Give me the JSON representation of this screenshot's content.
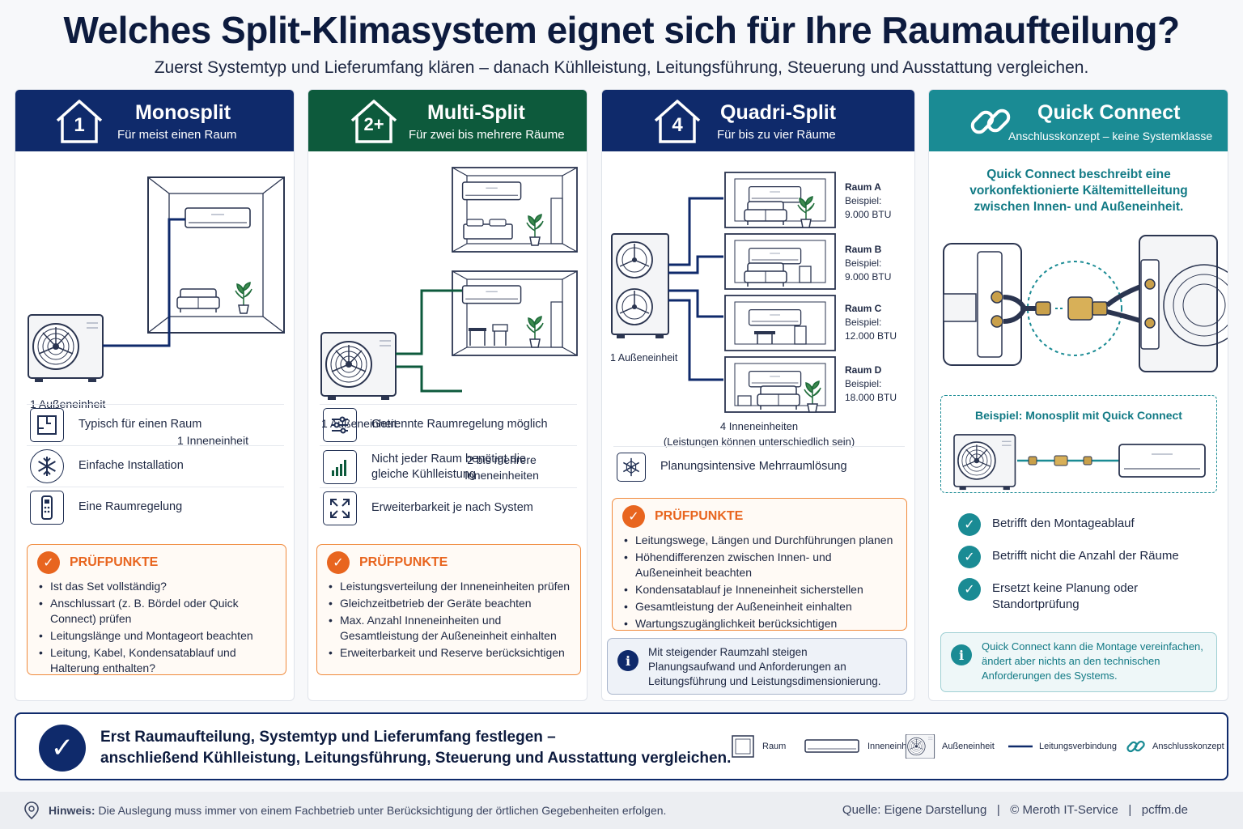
{
  "title": "Welches Split-Klimasystem eignet sich für Ihre Raumaufteilung?",
  "subtitle": "Zuerst Systemtyp und Lieferumfang klären – danach Kühlleistung, Leitungsführung, Steuerung und Ausstattung vergleichen.",
  "mono": {
    "icon_num": "1",
    "title": "Monosplit",
    "sub": "Für meist einen Raum",
    "label_outdoor": "1 Außeneinheit",
    "label_indoor": "1 Inneneinheit",
    "features": [
      "Typisch für einen Raum",
      "Einfache Installation",
      "Eine Raumregelung"
    ],
    "pruef_title": "PRÜFPUNKTE",
    "pruef": [
      "Ist das Set vollständig?",
      "Anschlussart (z. B. Bördel oder Quick Connect) prüfen",
      "Leitungslänge und Montageort beachten",
      "Leitung, Kabel, Kondensatablauf und Halterung enthalten?"
    ]
  },
  "multi": {
    "icon_num": "2+",
    "title": "Multi-Split",
    "sub": "Für zwei bis mehrere Räume",
    "label_outdoor": "1 Außeneinheit",
    "label_indoor": "2 bis mehrere Inneneinheiten",
    "features": [
      "Getrennte Raumregelung möglich",
      "Nicht jeder Raum benötigt die gleiche Kühlleistung",
      "Erweiterbarkeit je nach System"
    ],
    "pruef_title": "PRÜFPUNKTE",
    "pruef": [
      "Leistungsverteilung der Inneneinheiten prüfen",
      "Gleichzeitbetrieb der Geräte beachten",
      "Max. Anzahl Inneneinheiten und Gesamtleistung der Außeneinheit einhalten",
      "Erweiterbarkeit und Reserve berücksichtigen"
    ]
  },
  "quadri": {
    "icon_num": "4",
    "title": "Quadri-Split",
    "sub": "Für bis zu vier Räume",
    "label_outdoor": "1 Außeneinheit",
    "rooms": [
      {
        "name": "Raum A",
        "ex": "Beispiel:",
        "btu": "9.000 BTU"
      },
      {
        "name": "Raum B",
        "ex": "Beispiel:",
        "btu": "9.000 BTU"
      },
      {
        "name": "Raum C",
        "ex": "Beispiel:",
        "btu": "12.000 BTU"
      },
      {
        "name": "Raum D",
        "ex": "Beispiel:",
        "btu": "18.000 BTU"
      }
    ],
    "label_indoor": "4 Inneneinheiten",
    "label_indoor_note": "(Leistungen können unterschiedlich sein)",
    "feature": "Planungsintensive Mehrraumlösung",
    "pruef_title": "PRÜFPUNKTE",
    "pruef": [
      "Leitungswege, Längen und Durchführungen planen",
      "Höhendifferenzen zwischen Innen- und Außeneinheit beachten",
      "Kondensatablauf je Inneneinheit sicherstellen",
      "Gesamtleistung der Außeneinheit einhalten",
      "Wartungszugänglichkeit berücksichtigen"
    ],
    "info": "Mit steigender Raumzahl steigen Planungsaufwand und Anforderungen an Leitungsführung und Leistungsdimensionierung."
  },
  "qc": {
    "title": "Quick Connect",
    "sub": "Anschlusskonzept – keine Systemklasse",
    "desc": "Quick Connect beschreibt eine vorkonfektionierte Kältemittelleitung zwischen Innen- und Außeneinheit.",
    "example_title": "Beispiel: Monosplit mit Quick Connect",
    "checks": [
      "Betrifft den Montageablauf",
      "Betrifft nicht die Anzahl der Räume",
      "Ersetzt keine Planung oder Standortprüfung"
    ],
    "info": "Quick Connect kann die Montage vereinfachen, ändert aber nichts an den technischen Anforderungen des Systems."
  },
  "bottom": {
    "line1": "Erst Raumaufteilung, Systemtyp und Lieferumfang festlegen –",
    "line2": "anschließend Kühlleistung, Leitungsführung, Steuerung und Ausstattung vergleichen.",
    "legend": [
      "Raum",
      "Inneneinheit",
      "Außeneinheit",
      "Leitungsverbindung",
      "Anschlusskonzept"
    ]
  },
  "footer": {
    "hint_label": "Hinweis:",
    "hint": "Die Auslegung muss immer von einem Fachbetrieb unter Berücksichtigung der örtlichen Gegebenheiten erfolgen.",
    "source": "Quelle: Eigene Darstellung   |   © Meroth IT-Service   |   pcffm.de"
  },
  "colors": {
    "navy": "#0f2a6b",
    "green": "#0d5a3c",
    "teal": "#1a8b94",
    "orange": "#e8651f"
  }
}
